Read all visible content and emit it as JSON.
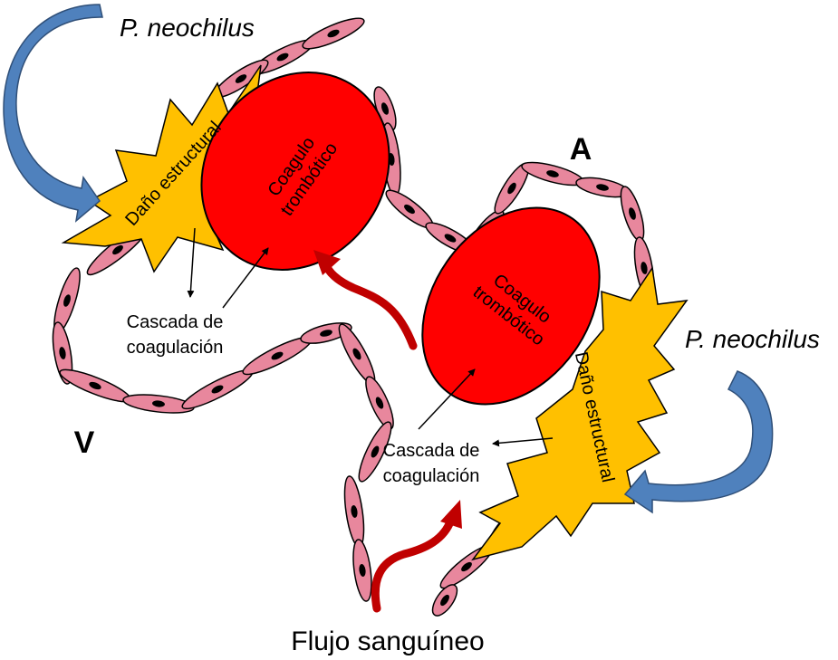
{
  "labels": {
    "pathogen_top": "P. neochilus",
    "pathogen_right": "P. neochilus",
    "damage": "Daño estructural",
    "clot_line1": "Coagulo",
    "clot_line2": "trombótico",
    "cascade_line1": "Cascada de",
    "cascade_line2": "coagulación",
    "artery": "A",
    "vein": "V",
    "blood_flow": "Flujo sanguíneo"
  },
  "colors": {
    "endothelial_cell": "#e8879d",
    "nucleus": "#000000",
    "clot": "#ff0000",
    "damage_burst": "#ffc000",
    "pathogen_arrow": "#4f81bd",
    "flow_arrow": "#c00000",
    "outline": "#000000"
  }
}
